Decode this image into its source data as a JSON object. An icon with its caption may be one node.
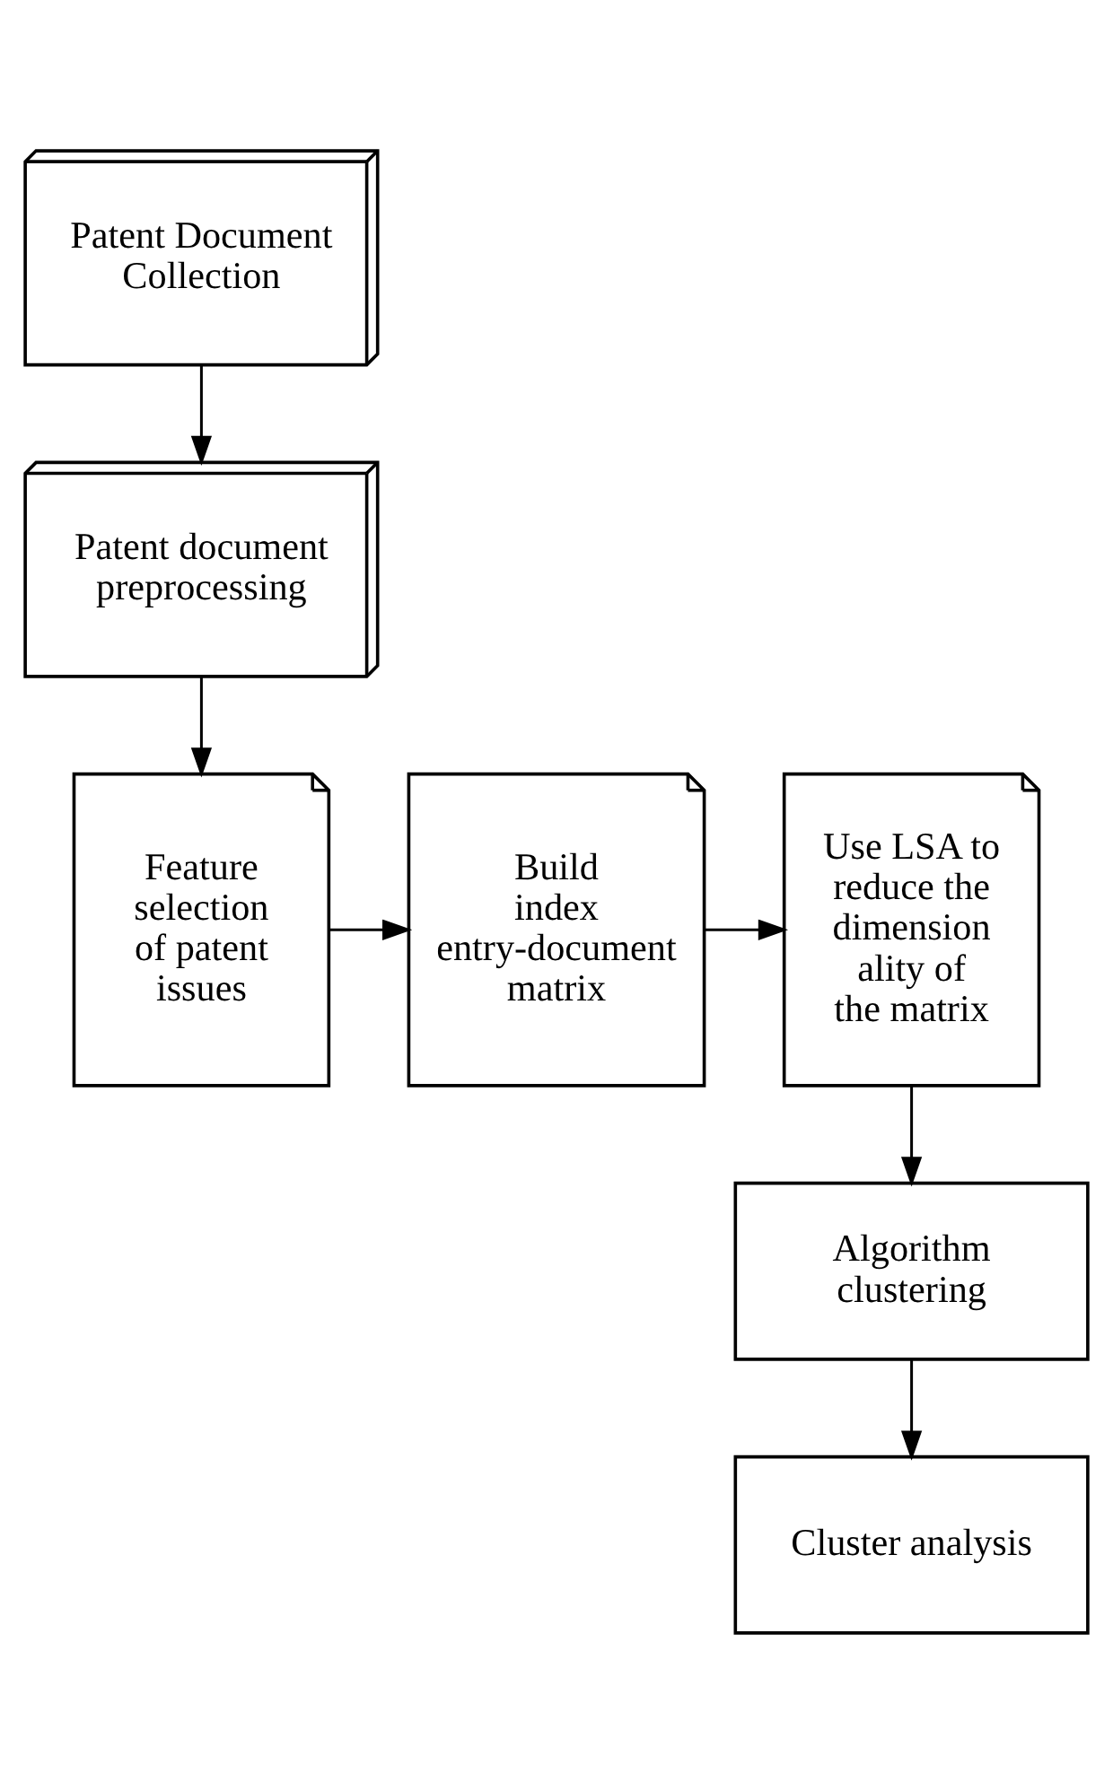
{
  "diagram": {
    "nodes": [
      {
        "text": [
          "Patent Document Collection"
        ]
      },
      {
        "text": [
          "Patent document preprocessing"
        ]
      },
      {
        "text": [
          "Feature selection of patent issues"
        ]
      },
      {
        "text": [
          "Build index entry-document matrix"
        ]
      },
      {
        "text": [
          "Use LSA to reduce the dimension ality of the matrix"
        ]
      },
      {
        "text": [
          "Algorithm clustering"
        ]
      },
      {
        "text": [
          "Cluster analysis"
        ]
      }
    ],
    "edges": [
      {
        "from": 0,
        "to": 1,
        "arrow": "to"
      },
      {
        "from": 1,
        "to": 2,
        "arrow": "to"
      },
      {
        "from": 2,
        "to": 3,
        "arrow": "to"
      },
      {
        "from": 3,
        "to": 4,
        "arrow": "to"
      },
      {
        "from": 4,
        "to": 5,
        "arrow": "to"
      },
      {
        "from": 5,
        "to": 6,
        "arrow": "to"
      }
    ]
  }
}
